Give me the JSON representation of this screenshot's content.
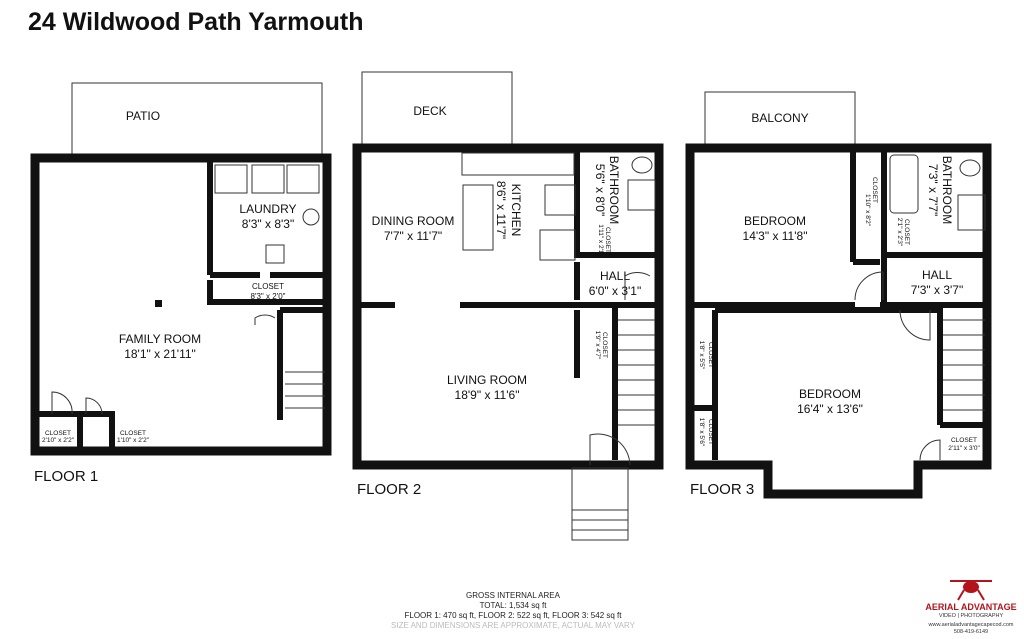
{
  "title": "24 Wildwood Path Yarmouth",
  "floor1": {
    "label": "FLOOR 1",
    "patio": "PATIO",
    "laundry": {
      "name": "LAUNDRY",
      "dims": "8'3\" x 8'3\""
    },
    "closet_main": {
      "name": "CLOSET",
      "dims": "8'3\" x 2'0\""
    },
    "family_room": {
      "name": "FAMILY ROOM",
      "dims": "18'1\" x 21'11\""
    },
    "closet_a": {
      "name": "CLOSET",
      "dims": "2'10\" x 2'2\""
    },
    "closet_b": {
      "name": "CLOSET",
      "dims": "1'10\" x 2'2\""
    }
  },
  "floor2": {
    "label": "FLOOR 2",
    "deck": "DECK",
    "dining_room": {
      "name": "DINING ROOM",
      "dims": "7'7\" x 11'7\""
    },
    "kitchen": {
      "name": "KITCHEN",
      "dims": "8'6\" x 11'7\""
    },
    "bathroom": {
      "name": "BATHROOM",
      "dims": "5'6\" x 8'0\""
    },
    "closet_small": {
      "name": "CLOSET",
      "dims": "1'11\" x 2'1\""
    },
    "hall": {
      "name": "HALL",
      "dims": "6'0\" x 3'1\""
    },
    "closet": {
      "name": "CLOSET",
      "dims": "1'9\" x 4'7\""
    },
    "living_room": {
      "name": "LIVING ROOM",
      "dims": "18'9\" x 11'6\""
    }
  },
  "floor3": {
    "label": "FLOOR 3",
    "balcony": "BALCONY",
    "bedroom1": {
      "name": "BEDROOM",
      "dims": "14'3\" x 11'8\""
    },
    "closet1": {
      "name": "CLOSET",
      "dims": "1'10\" x 8'2\""
    },
    "bathroom": {
      "name": "BATHROOM",
      "dims": "7'3\" x 7'7\""
    },
    "closet_small": {
      "name": "CLOSET",
      "dims": "2'1\" x 2'3\""
    },
    "hall": {
      "name": "HALL",
      "dims": "7'3\" x 3'7\""
    },
    "closet2": {
      "name": "CLOSET",
      "dims": "1'8\" x 5'5\""
    },
    "closet3": {
      "name": "CLOSET",
      "dims": "1'8\" x 5'6\""
    },
    "bedroom2": {
      "name": "BEDROOM",
      "dims": "16'4\" x 13'6\""
    },
    "closet4": {
      "name": "CLOSET",
      "dims": "2'11\" x 3'0\""
    }
  },
  "footer": {
    "heading": "GROSS INTERNAL AREA",
    "total": "TOTAL: 1,534 sq ft",
    "floors": "FLOOR 1: 470 sq ft, FLOOR 2: 522 sq ft, FLOOR 3: 542 sq ft",
    "disclaimer": "SIZE AND DIMENSIONS ARE APPROXIMATE, ACTUAL MAY VARY"
  },
  "brand": {
    "name": "AERIAL ADVANTAGE",
    "tagline": "VIDEO | PHOTOGRAPHY",
    "website": "www.aerialadvantagecapecod.com",
    "phone": "508-419-6149",
    "color": "#b3141b"
  }
}
